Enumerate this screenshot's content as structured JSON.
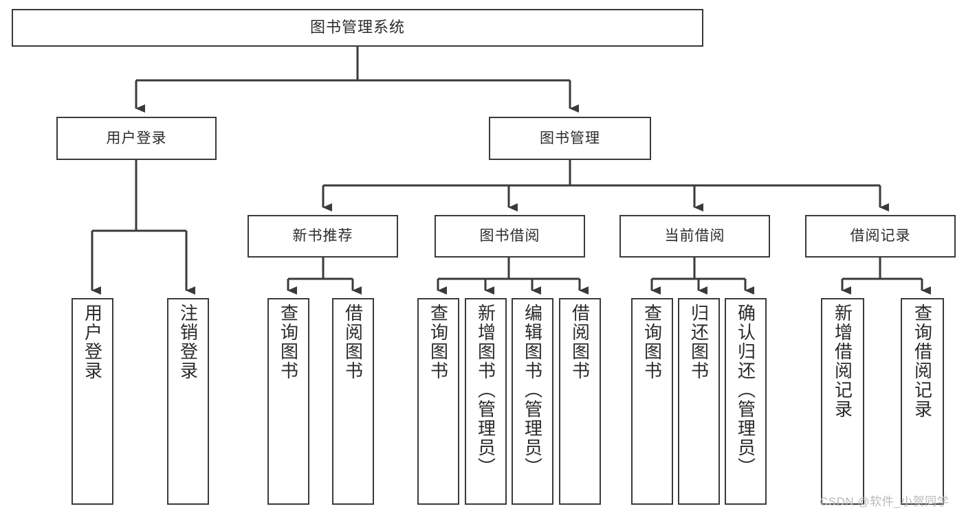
{
  "diagram": {
    "title": "图书管理系统",
    "type": "tree-hierarchy-chart",
    "root": {
      "label": "图书管理系统"
    },
    "level2": [
      {
        "label": "用户登录"
      },
      {
        "label": "图书管理"
      }
    ],
    "level3": [
      {
        "label": "新书推荐"
      },
      {
        "label": "图书借阅"
      },
      {
        "label": "当前借阅"
      },
      {
        "label": "借阅记录"
      }
    ],
    "leaves": {
      "user_login": [
        {
          "label": "用户登录"
        },
        {
          "label": "注销登录"
        }
      ],
      "new_book_recommend": [
        {
          "label": "查询图书"
        },
        {
          "label": "借阅图书"
        }
      ],
      "book_borrow": [
        {
          "label": "查询图书"
        },
        {
          "label": "新增图书（管理员）"
        },
        {
          "label": "编辑图书（管理员）"
        },
        {
          "label": "借阅图书"
        }
      ],
      "current_borrow": [
        {
          "label": "查询图书"
        },
        {
          "label": "归还图书"
        },
        {
          "label": "确认归还（管理员）"
        }
      ],
      "borrow_record": [
        {
          "label": "新增借阅记录"
        },
        {
          "label": "查询借阅记录"
        }
      ]
    }
  },
  "watermark": {
    "text": "CSDN @软件_小贺同学"
  },
  "colors": {
    "stroke": "#3a3a3a",
    "background": "#ffffff",
    "text": "#2b2b2b",
    "watermark": "#b9b9b9"
  }
}
